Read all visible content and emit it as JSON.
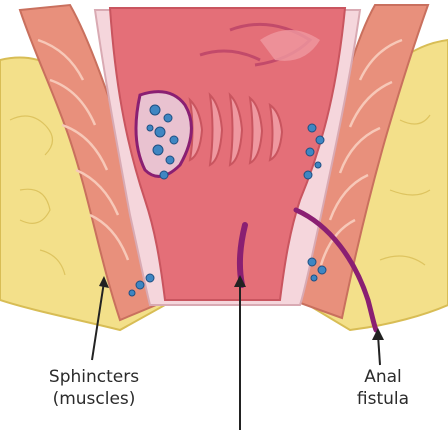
{
  "labels": {
    "sphincters_line1": "Sphincters",
    "sphincters_line2": "(muscles)",
    "fistula_line1": "Anal",
    "fistula_line2": "fistula"
  },
  "colors": {
    "background": "#ffffff",
    "fat_yellow": "#f3e08a",
    "fat_outline": "#d8bd55",
    "muscle": "#e8907c",
    "muscle_stripe": "#f7c8b8",
    "mucosa": "#e46f78",
    "mucosa_light": "#ef98a0",
    "lining": "#f5d6dc",
    "vein_blue": "#3f86c2",
    "fistula_purple": "#8a1f72",
    "arrow": "#222222"
  },
  "icons": [
    "arrow-pointer-sphincters",
    "arrow-pointer-center",
    "arrow-pointer-fistula"
  ]
}
